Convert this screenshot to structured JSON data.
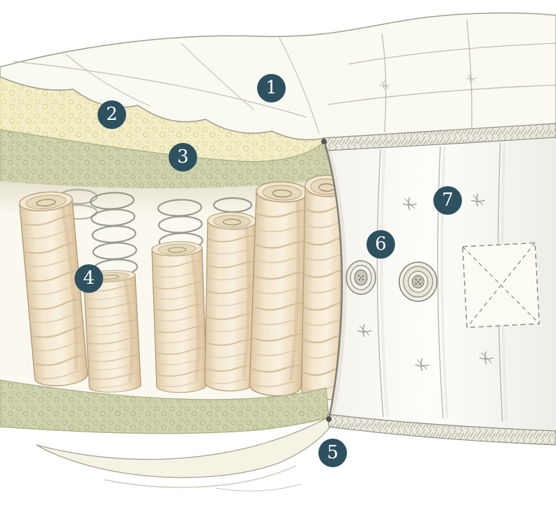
{
  "figure": {
    "badge_color": "#2e5160",
    "badge_text_color": "#ffffff",
    "badges": [
      {
        "label": "1"
      },
      {
        "label": "2"
      },
      {
        "label": "3"
      },
      {
        "label": "4"
      },
      {
        "label": "5"
      },
      {
        "label": "6"
      },
      {
        "label": "7"
      }
    ]
  }
}
